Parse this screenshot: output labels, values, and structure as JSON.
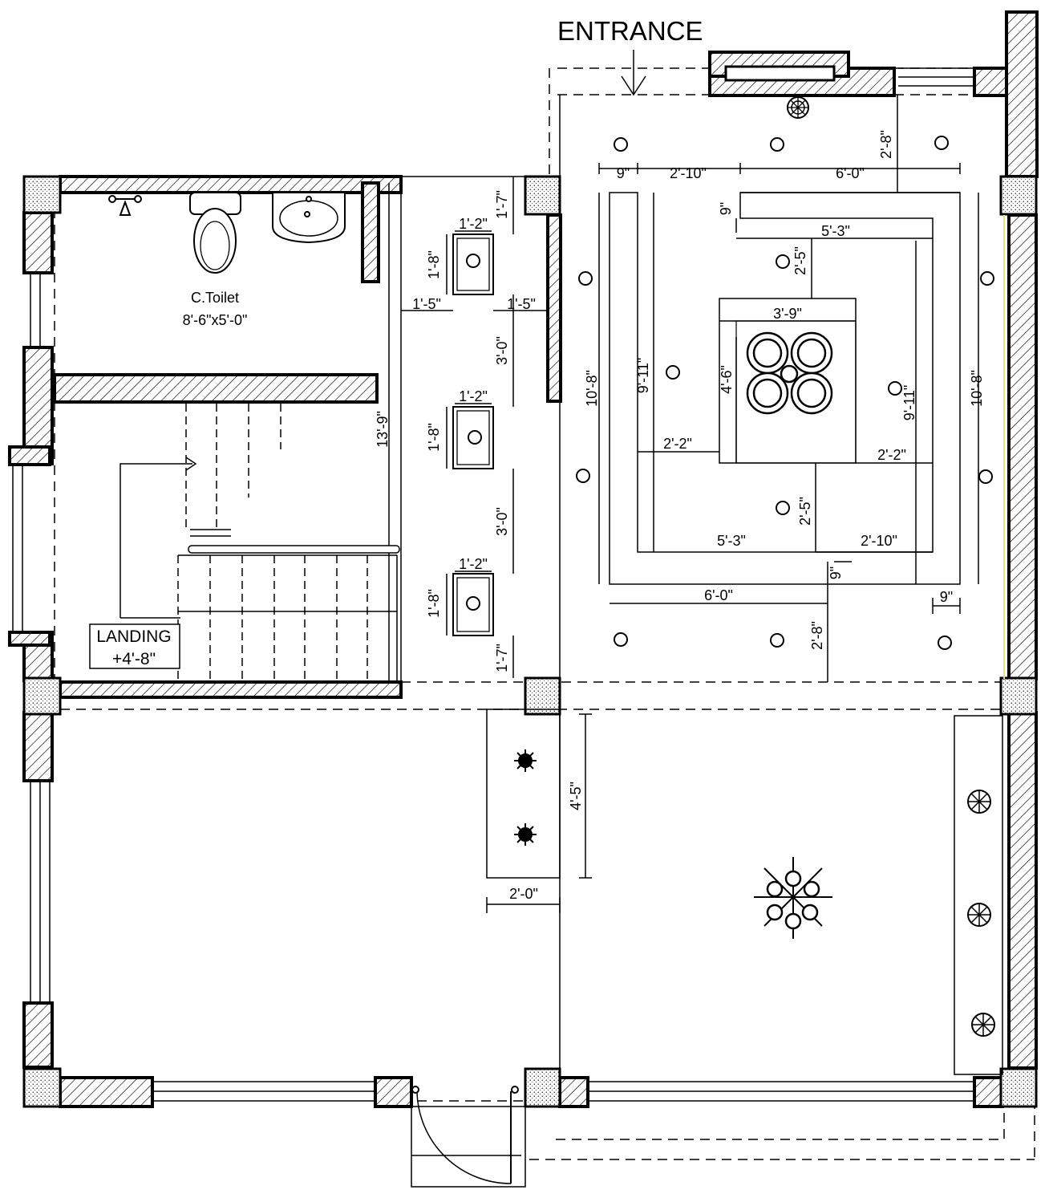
{
  "labels": {
    "entrance": "ENTRANCE",
    "toilet_name": "C.Toilet",
    "toilet_size": "8'-6\"x5'-0\"",
    "landing": "LANDING",
    "landing_level": "+4'-8\""
  },
  "dimensions": {
    "basin_w": "1'-2\"",
    "basin_d": "1'-8\"",
    "gap_top": "1'-7\"",
    "gap_bottom": "1'-7\"",
    "spacing": "3'-0\"",
    "offset_left": "1'-5\"",
    "offset_right": "1'-5\"",
    "stair_run": "13'-9\"",
    "ceil_9a": "9\"",
    "ceil_2_10a": "2'-10\"",
    "ceil_6_0a": "6'-0\"",
    "ceil_2_8a": "2'-8\"",
    "ceil_9b": "9\"",
    "ceil_5_3a": "5'-3\"",
    "ceil_2_5a": "2'-5\"",
    "ceil_3_9": "3'-9\"",
    "ceil_4_6": "4'-6\"",
    "ceil_10_8a": "10'-8\"",
    "ceil_9_11a": "9'-11\"",
    "ceil_9_11b": "9'-11\"",
    "ceil_10_8b": "10'-8\"",
    "ceil_2_2a": "2'-2\"",
    "ceil_2_2b": "2'-2\"",
    "ceil_2_5b": "2'-5\"",
    "ceil_5_3b": "5'-3\"",
    "ceil_2_10b": "2'-10\"",
    "ceil_9c": "9\"",
    "ceil_6_0b": "6'-0\"",
    "ceil_9d": "9\"",
    "ceil_2_8b": "2'-8\"",
    "niche_h": "4'-5\"",
    "niche_w": "2'-0\""
  }
}
